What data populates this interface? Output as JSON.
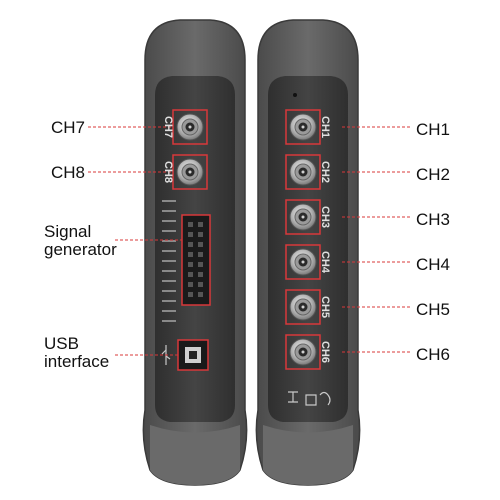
{
  "labels": {
    "left": {
      "ch7": "CH7",
      "ch8": "CH8",
      "signal_generator": "Signal\ngenerator",
      "usb_interface": "USB\ninterface"
    },
    "right": [
      "CH1",
      "CH2",
      "CH3",
      "CH4",
      "CH5",
      "CH6"
    ]
  },
  "printed_on_device": {
    "left": [
      "CH7",
      "CH8"
    ],
    "right": [
      "CH1",
      "CH2",
      "CH3",
      "CH4",
      "CH5",
      "CH6"
    ]
  },
  "colors": {
    "device_body": "#5a5a5a",
    "device_frame": "#6e6e6e",
    "device_panel": "#3a3a3a",
    "highlight_box": "#d8383a",
    "leader_line": "#d8383a",
    "bnc_metal": "#c8c8c8"
  },
  "icons": [
    "usb-icon",
    "port-symbols-icon"
  ]
}
